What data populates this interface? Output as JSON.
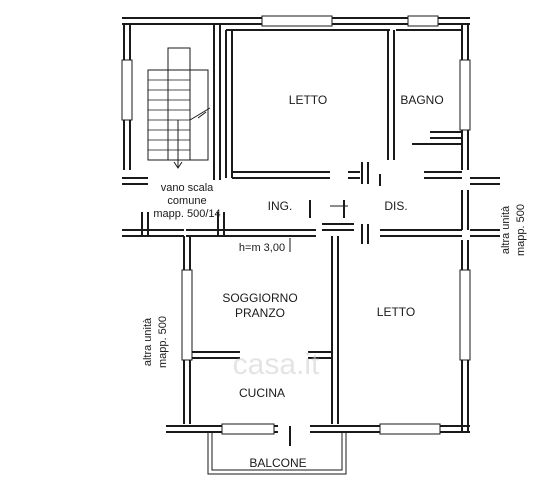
{
  "rooms": {
    "letto_top": "LETTO",
    "bagno": "BAGNO",
    "ingresso": "ING.",
    "disimpegno": "DIS.",
    "soggiorno_line1": "SOGGIORNO",
    "soggiorno_line2": "PRANZO",
    "letto_bottom": "LETTO",
    "cucina": "CUCINA",
    "balcone": "BALCONE"
  },
  "stair": {
    "line1": "vano scala",
    "line2": "comune",
    "line3": "mapp. 500/14"
  },
  "height_note": "h=m 3,00",
  "neighbors": {
    "left_line1": "altra unità",
    "left_line2": "mapp. 500",
    "right_line1": "altra unità",
    "right_line2": "mapp. 500"
  },
  "watermark": "casa.it"
}
